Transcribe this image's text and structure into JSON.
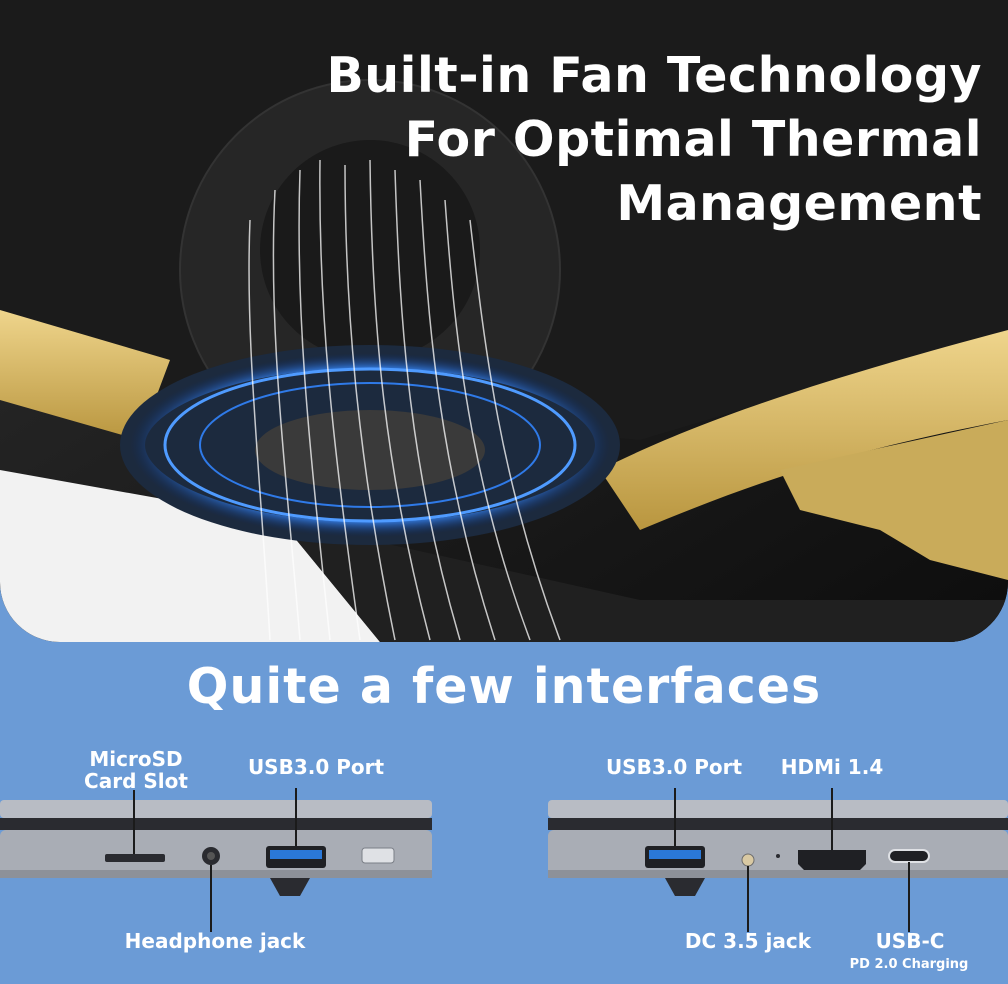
{
  "hero": {
    "title_lines": [
      "Built-in Fan Technology",
      "For Optimal Thermal",
      "Management"
    ],
    "image": "laptop-cooling-fan-photo"
  },
  "interfaces": {
    "title": "Quite a few interfaces",
    "left_side": {
      "microsd": [
        "MicroSD",
        "Card Slot"
      ],
      "usb": "USB3.0 Port",
      "headphone": "Headphone jack"
    },
    "right_side": {
      "usb": "USB3.0 Port",
      "hdmi": "HDMi 1.4",
      "dc": "DC 3.5 jack",
      "usbc": "USB-C",
      "usbc_note": "PD 2.0 Charging"
    }
  },
  "colors": {
    "background": "#6b9bd6",
    "heat_pipe": "#d9bf73",
    "usb_port": "#2a78d8",
    "fan_glow": "#3a8cff"
  }
}
